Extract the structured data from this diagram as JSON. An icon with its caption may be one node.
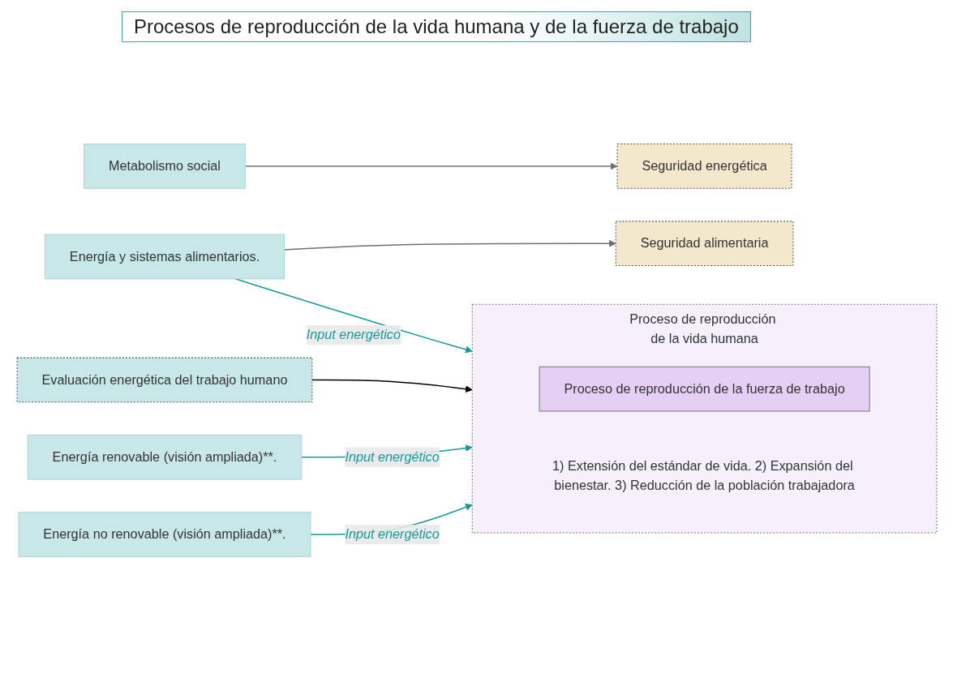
{
  "diagram": {
    "title": "Procesos de reproducción de la vida humana y de la fuerza de trabajo",
    "nodes": [
      {
        "text": [
          "Metabolismo social"
        ]
      },
      {
        "text": [
          "Seguridad energética"
        ]
      },
      {
        "text": [
          "Energía y sistemas alimentarios."
        ]
      },
      {
        "text": [
          "Seguridad alimentaria"
        ]
      },
      {
        "text": [
          "Evaluación energética del trabajo humano"
        ]
      },
      {
        "text": [
          "Proceso de reproducción de la vida humana",
          "1) Extensión del estándar de vida. 2) Expansión del bienestar. 3) Reducción de la población trabajadora"
        ]
      },
      {
        "text": [
          "Proceso de reproducción de la fuerza de trabajo"
        ],
        "in": 5
      },
      {
        "text": [
          "Energía renovable (visión ampliada)**."
        ]
      },
      {
        "text": [
          "Energía no renovable (visión ampliada)**."
        ]
      }
    ],
    "edges": [
      {
        "from": 0,
        "to": 1,
        "arrow": "to",
        "color": "#707070"
      },
      {
        "from": 2,
        "to": 3,
        "arrow": "to",
        "color": "#707070"
      },
      {
        "from": 2,
        "to": 5,
        "arrow": "to",
        "label": "Input energético"
      },
      {
        "from": 4,
        "to": 5,
        "arrow": "to",
        "color": "#000000"
      },
      {
        "from": 7,
        "to": 5,
        "arrow": "to",
        "label": "Input energético"
      },
      {
        "from": 8,
        "to": 5,
        "arrow": "to",
        "label": "Input energético"
      }
    ]
  }
}
